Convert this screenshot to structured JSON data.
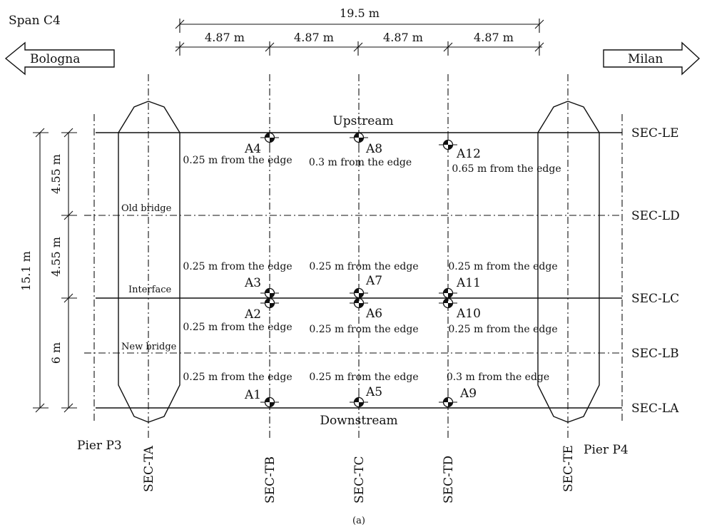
{
  "span_label": "Span C4",
  "arrows": {
    "left": "Bologna",
    "right": "Milan"
  },
  "dimensions": {
    "total_length": "19.5 m",
    "segments": [
      "4.87 m",
      "4.87 m",
      "4.87 m",
      "4.87 m"
    ],
    "total_width": "15.1 m",
    "width_segments": [
      "4.55 m",
      "4.55 m",
      "6 m"
    ]
  },
  "edges": {
    "upstream": "Upstream",
    "downstream": "Downstream"
  },
  "zone_labels": {
    "old_bridge": "Old bridge",
    "interface": "Interface",
    "new_bridge": "New bridge"
  },
  "long_sections": [
    "SEC-LE",
    "SEC-LD",
    "SEC-LC",
    "SEC-LB",
    "SEC-LA"
  ],
  "trans_sections": [
    "SEC-TA",
    "SEC-TB",
    "SEC-TC",
    "SEC-TD",
    "SEC-TE"
  ],
  "piers": {
    "left": "Pier P3",
    "right": "Pier P4"
  },
  "sensors": {
    "A1": {
      "label": "A1",
      "note": "0.25 m from the edge"
    },
    "A2": {
      "label": "A2",
      "note": "0.25 m from the edge"
    },
    "A3": {
      "label": "A3",
      "note": "0.25 m from the edge"
    },
    "A4": {
      "label": "A4",
      "note": "0.25 m from the edge"
    },
    "A5": {
      "label": "A5",
      "note": "0.25 m from the edge"
    },
    "A6": {
      "label": "A6",
      "note": "0.25 m from the edge"
    },
    "A7": {
      "label": "A7",
      "note": "0.25 m from the edge"
    },
    "A8": {
      "label": "A8",
      "note": "0.3 m from the edge"
    },
    "A9": {
      "label": "A9",
      "note": "0.3 m from the edge"
    },
    "A10": {
      "label": "A10",
      "note": "0.25 m from the edge"
    },
    "A11": {
      "label": "A11",
      "note": "0.25 m from the edge"
    },
    "A12": {
      "label": "A12",
      "note": "0.65 m from the edge"
    }
  },
  "caption": "(a)"
}
